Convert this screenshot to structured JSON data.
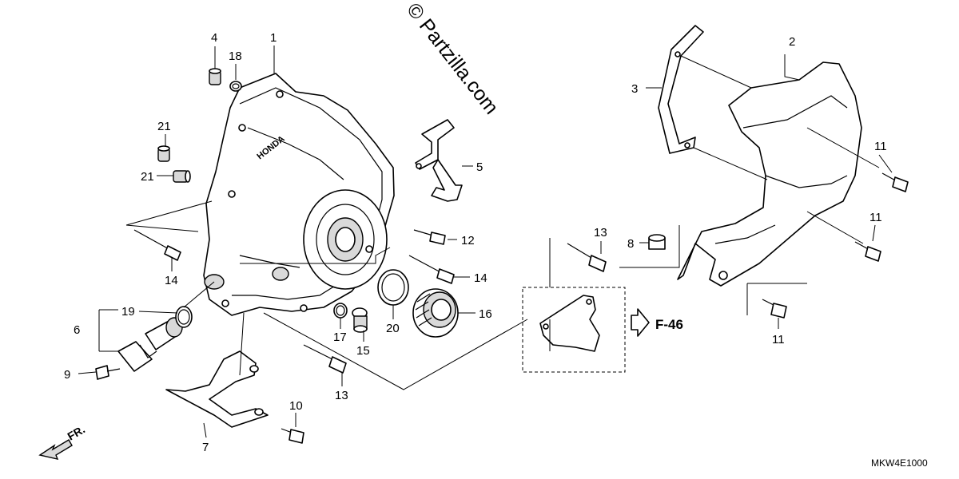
{
  "watermark": "© Partzilla.com",
  "diagram_code": "MKW4E1000",
  "reference": "F-46",
  "front_marker": "FR.",
  "brand_mark": "HONDA",
  "callouts": {
    "c1": "1",
    "c2": "2",
    "c3": "3",
    "c4": "4",
    "c5": "5",
    "c6": "6",
    "c7": "7",
    "c8": "8",
    "c9": "9",
    "c10": "10",
    "c11a": "11",
    "c11b": "11",
    "c11c": "11",
    "c12": "12",
    "c13a": "13",
    "c13b": "13",
    "c14a": "14",
    "c14b": "14",
    "c15": "15",
    "c16": "16",
    "c17": "17",
    "c18": "18",
    "c19": "19",
    "c20": "20",
    "c21a": "21",
    "c21b": "21"
  }
}
